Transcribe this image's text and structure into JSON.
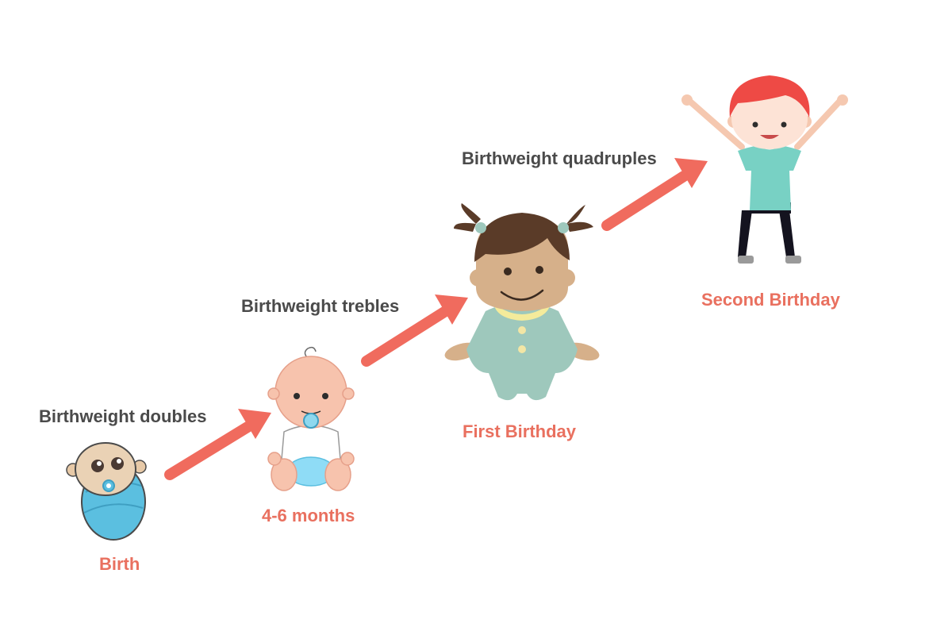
{
  "colors": {
    "arrow": "#f06b5e",
    "stage_label": "#e9705f",
    "transition_label": "#4a4a4a",
    "swaddle": "#5bbfe0",
    "sleeper": "#9ec8bc",
    "shirt": "#78d1c4",
    "hair_dark": "#5a3b28",
    "hair_red": "#ee4a45",
    "skin": "#f7c3ad",
    "skin_tan": "#dcb48b"
  },
  "stages": [
    {
      "label": "Birth",
      "icon": "swaddled-newborn-icon"
    },
    {
      "label": "4-6 months",
      "icon": "sitting-baby-icon"
    },
    {
      "label": "First Birthday",
      "icon": "toddler-girl-icon"
    },
    {
      "label": "Second Birthday",
      "icon": "cheering-child-icon"
    }
  ],
  "transitions": [
    {
      "label": "Birthweight doubles",
      "icon": "arrow-up-right-icon"
    },
    {
      "label": "Birthweight trebles",
      "icon": "arrow-up-right-icon"
    },
    {
      "label": "Birthweight quadruples",
      "icon": "arrow-up-right-icon"
    }
  ]
}
